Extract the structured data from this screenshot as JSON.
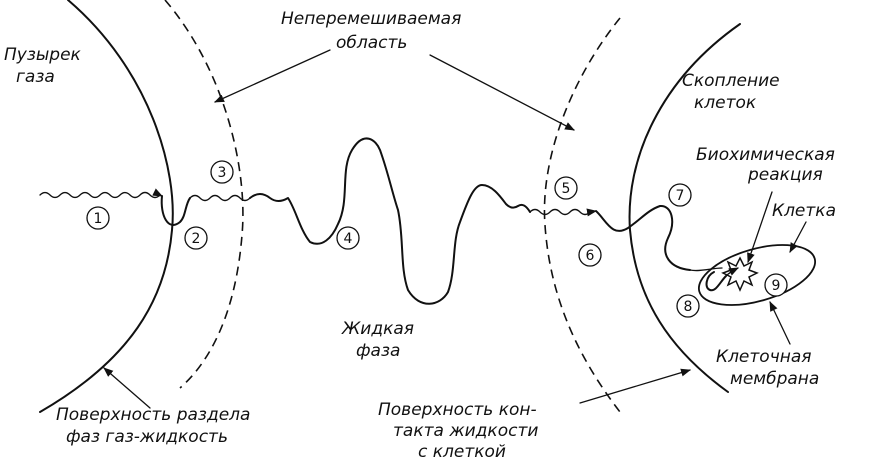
{
  "labels": {
    "gas_bubble": [
      "Пузырек",
      "газа"
    ],
    "unstirred_region": [
      "Неперемешиваемая",
      "область"
    ],
    "cell_cluster": [
      "Скопление",
      "клеток"
    ],
    "biochemical_reaction": [
      "Биохимическая",
      "реакция"
    ],
    "cell": "Клетка",
    "liquid_phase": [
      "Жидкая",
      "фаза"
    ],
    "cell_membrane": [
      "Клеточная",
      "мембрана"
    ],
    "gas_liquid_interface": [
      "Поверхность раздела",
      "фаз газ-жидкость"
    ],
    "liquid_cell_interface": [
      "Поверхность кон-",
      "такта жидкости",
      "с клеткой"
    ]
  },
  "steps": [
    "1",
    "2",
    "3",
    "4",
    "5",
    "6",
    "7",
    "8",
    "9"
  ]
}
